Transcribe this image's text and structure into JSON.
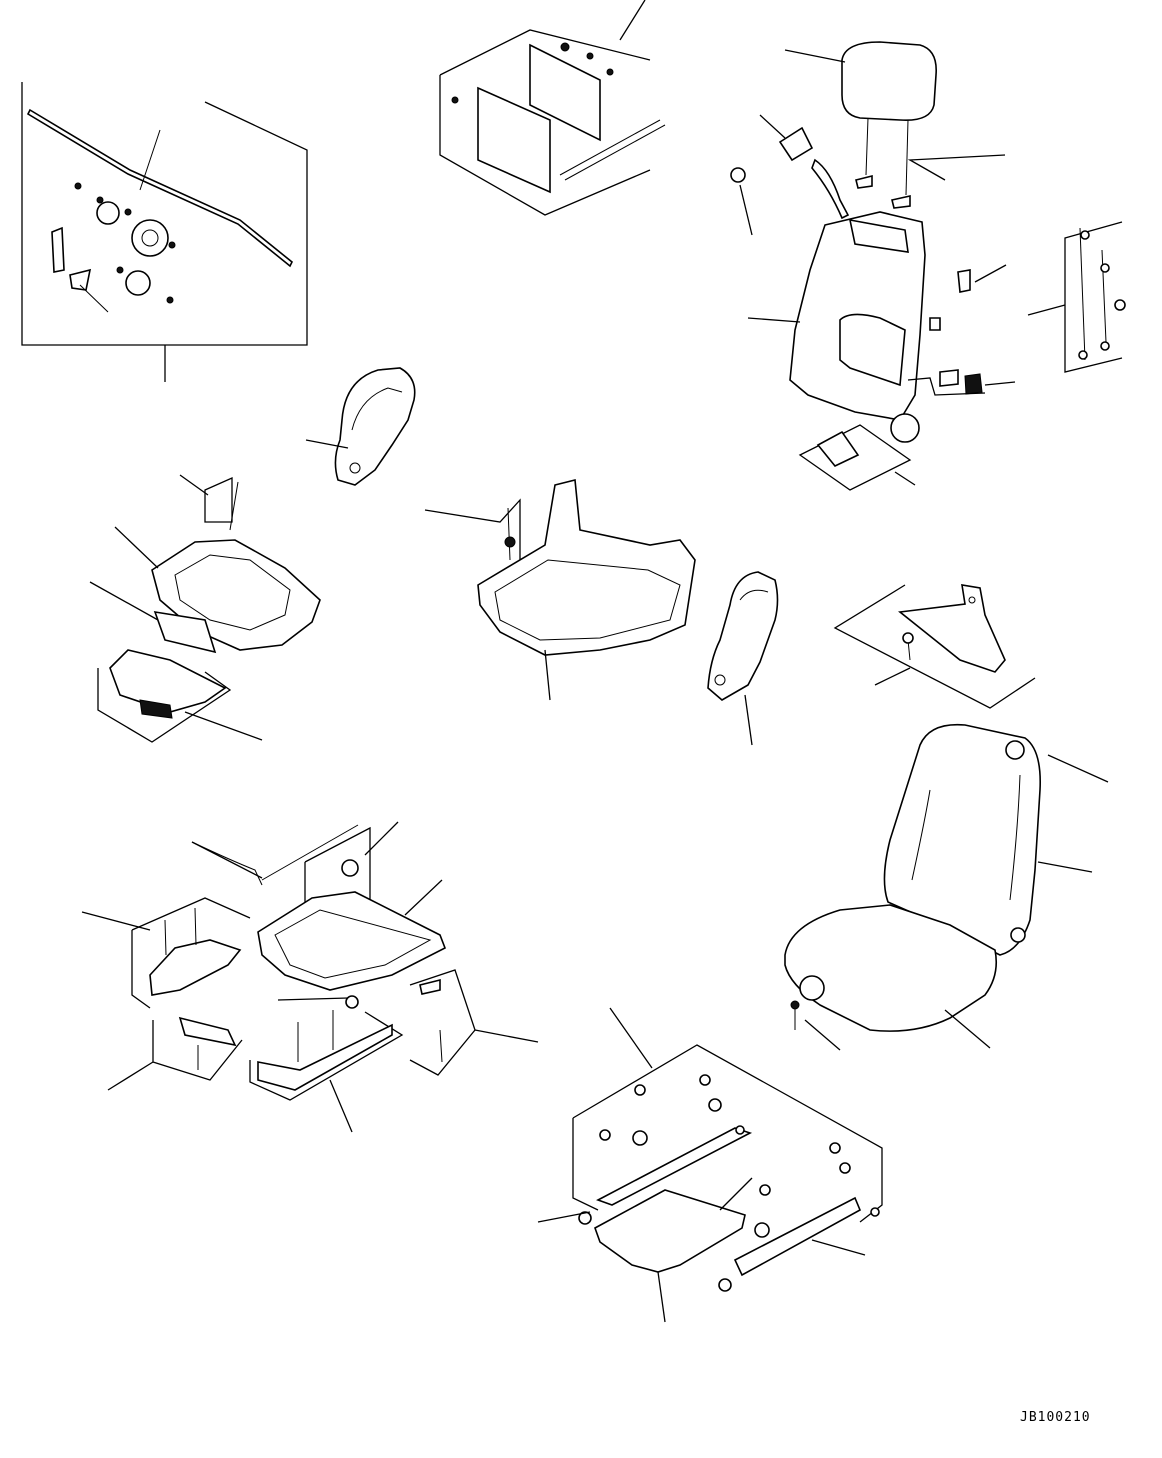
{
  "drawing": {
    "code": "JB100210"
  },
  "assemblies": [
    {
      "id": "lumbar-adjuster-kit"
    },
    {
      "id": "back-panel-kit"
    },
    {
      "id": "headrest"
    },
    {
      "id": "seat-back-frame"
    },
    {
      "id": "wiring-harness"
    },
    {
      "id": "left-side-cover"
    },
    {
      "id": "seat-base-pan"
    },
    {
      "id": "cushion-frame"
    },
    {
      "id": "right-side-cover"
    },
    {
      "id": "mounting-bracket"
    },
    {
      "id": "seat-assembly"
    },
    {
      "id": "lower-frame-kit"
    },
    {
      "id": "slide-rail-kit"
    }
  ]
}
